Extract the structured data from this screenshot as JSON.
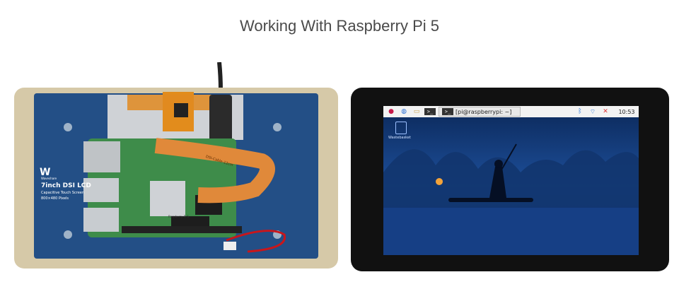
{
  "page": {
    "title": "Working With Raspberry Pi 5"
  },
  "left_photo": {
    "brand": "Waveshare",
    "product_name": "7inch DSI LCD",
    "product_desc": "Capacitive Touch Screen",
    "resolution": "800×480 Pixels",
    "cable_label": "DSI-Cable-12cm",
    "pi_label": "Raspberry Pi 5"
  },
  "right_screen": {
    "taskbar": {
      "window_title": "[pi@raspberrypi: ~]",
      "clock": "10:53"
    },
    "desktop_icon_label": "Wastebasket"
  }
}
